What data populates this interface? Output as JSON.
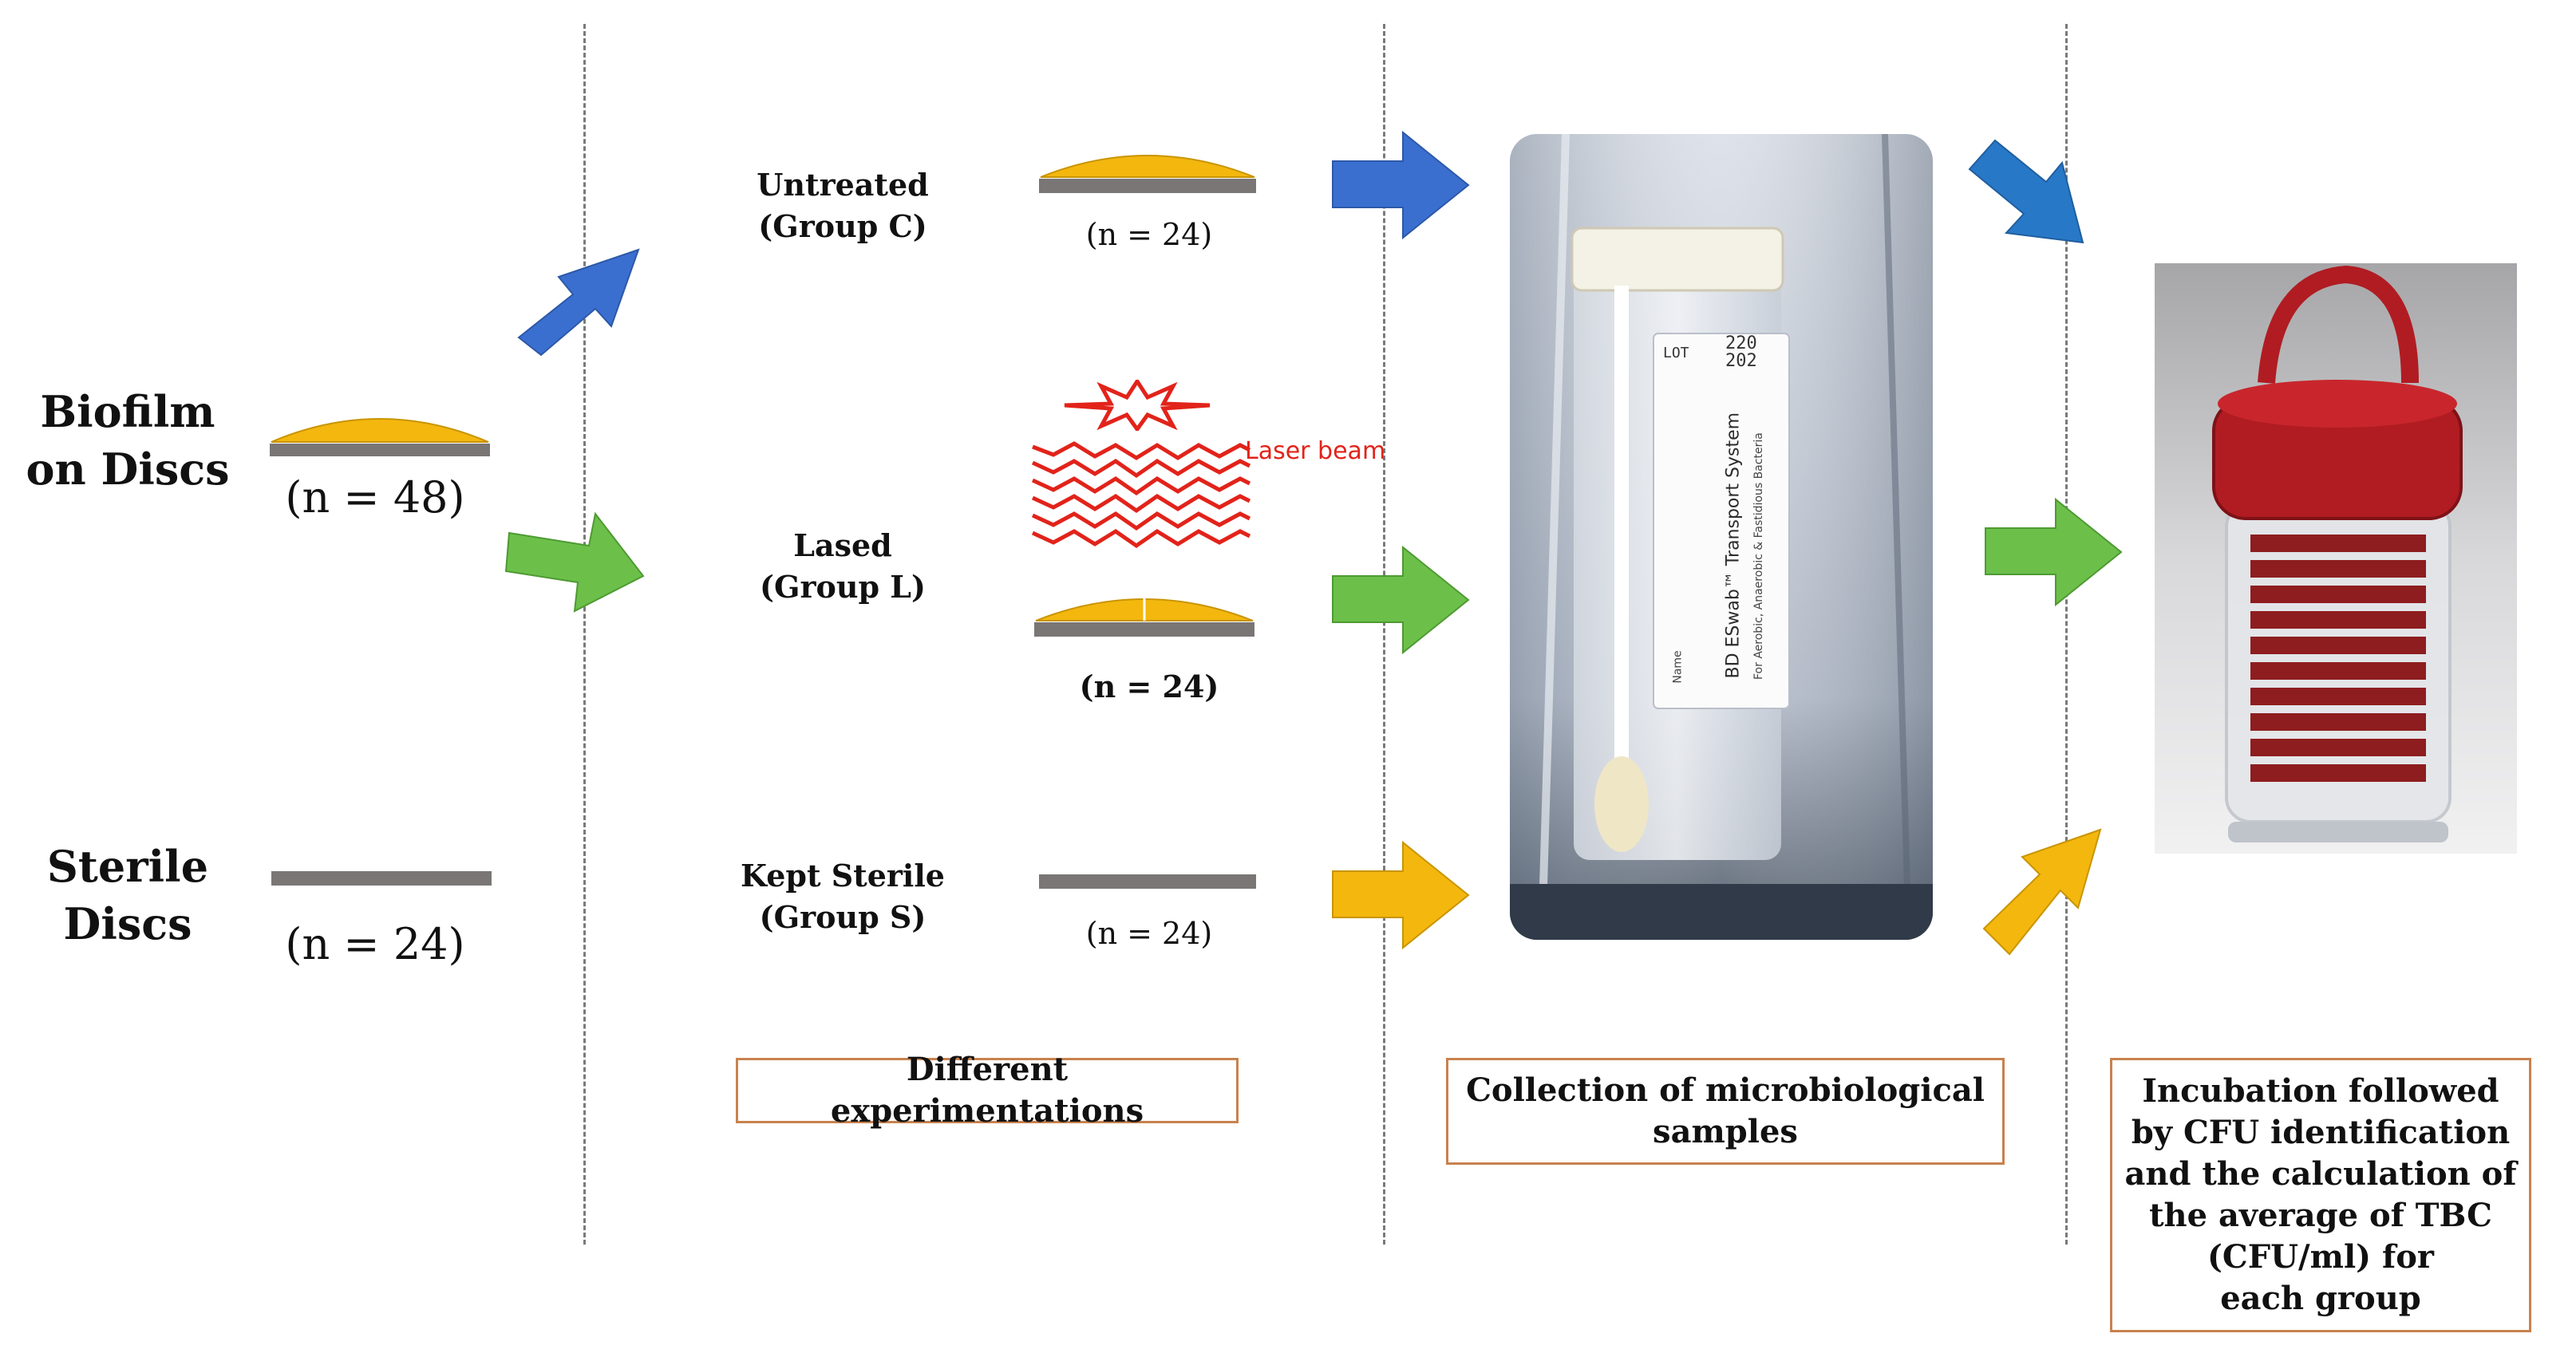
{
  "left": {
    "biofilm_label": "Biofilm\non Discs",
    "biofilm_count": "(n = 48)",
    "sterile_label": "Sterile\nDiscs",
    "sterile_count": "(n = 24)"
  },
  "groups": {
    "untreated_label": "Untreated\n(Group C)",
    "untreated_count": "(n = 24)",
    "lased_label": "Lased\n(Group L)",
    "lased_count": "(n = 24)",
    "sterile_label": "Kept Sterile\n(Group  S)",
    "sterile_count": "(n = 24)",
    "laser_text": "Laser beam"
  },
  "swab": {
    "lot": "LOT",
    "lot_number": "220\n202",
    "brand": "BD ESwab™ Transport System",
    "sub": "For Aerobic, Anaerobic & Fastidious Bacteria",
    "name": "Name"
  },
  "captions": {
    "experiments": "Different  experimentations",
    "collection": "Collection of microbiological\nsamples",
    "incubation": "Incubation followed\nby CFU identification\nand the calculation of\nthe average  of TBC\n(CFU/ml) for\neach group"
  },
  "colors": {
    "blue": "#3a6fd0",
    "green": "#6cc04a",
    "yellow": "#f3b70e",
    "disc_grey": "#7a7676",
    "caption_border": "#c8824e",
    "laser_red": "#e2231a"
  }
}
